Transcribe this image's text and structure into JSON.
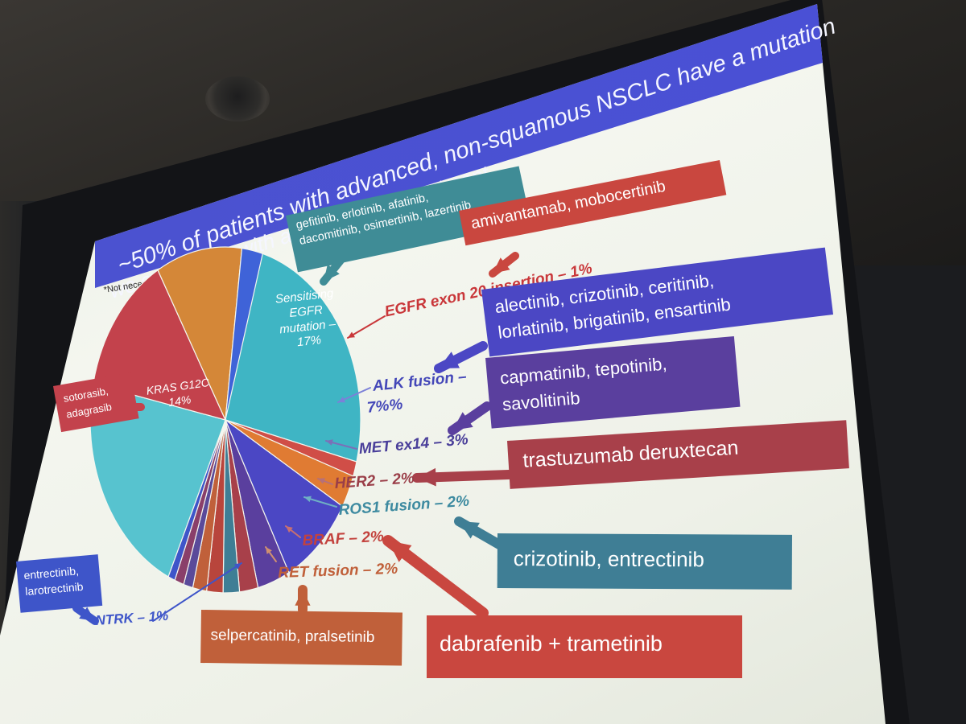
{
  "slide": {
    "title_line1": "~50% of patients with advanced, non-squamous NSCLC have a mutation",
    "title_line2": "we can match with an approved* treatment",
    "footnote": "*Not necessarily in Europe"
  },
  "pie": {
    "egfr_label": "Sensitising EGFR mutation – 17%",
    "kras_label": "KRAS G12C 14%"
  },
  "mutations": {
    "egfr_exon20": "EGFR exon 20 insertion – 1%",
    "alk_line1": "ALK fusion –",
    "alk_line2": "7%%",
    "met": "MET ex14 – 3%",
    "her2": "HER2 – 2%",
    "ros1": "ROS1 fusion – 2%",
    "braf": "BRAF – 2%",
    "ret": "RET fusion – 2%",
    "ntrk": "NTRK – 1%"
  },
  "treatments": {
    "egfr_line1": "gefitinib, erlotinib, afatinib,",
    "egfr_line2": "dacomitinib, osimertinib, lazertinib",
    "exon20": "amivantamab, mobocertinib",
    "alk_line1": "alectinib, crizotinib, ceritinib,",
    "alk_line2": "lorlatinib, brigatinib, ensartinib",
    "met_line1": "capmatinib, tepotinib,",
    "met_line2": "savolitinib",
    "her2": "trastuzumab deruxtecan",
    "ros1": "crizotinib, entrectinib",
    "braf": "dabrafenib + trametinib",
    "ret": "selpercatinib, pralsetinib",
    "ntrk_line1": "entrectinib,",
    "ntrk_line2": "larotrectinib",
    "kras_line1": "sotorasib,",
    "kras_line2": "adagrasib"
  },
  "colors": {
    "title_band": "#4b52cf",
    "egfr_teal": "#3f8c96",
    "red_box": "#c9473f",
    "purple_box": "#5a3f9e",
    "alk_box": "#4b47c4",
    "maroon_box": "#a8404a",
    "ros1_box": "#3f7e95",
    "ret_box": "#c0603a",
    "ntrk_box": "#3e55c9",
    "kras_box": "#c3424c"
  }
}
